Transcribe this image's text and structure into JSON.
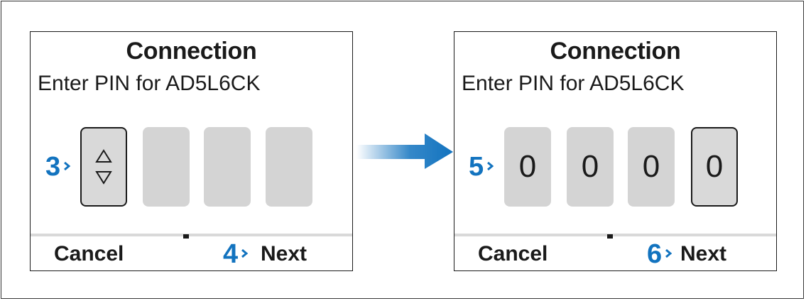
{
  "left_screen": {
    "title": "Connection",
    "subtitle": "Enter PIN for AD5L6CK",
    "active_box_icon": "up-down-arrows-icon",
    "cancel_label": "Cancel",
    "next_label": "Next",
    "callout_pin": "3",
    "callout_next": "4"
  },
  "right_screen": {
    "title": "Connection",
    "subtitle": "Enter PIN for AD5L6CK",
    "digits": [
      "0",
      "0",
      "0",
      "0"
    ],
    "cancel_label": "Cancel",
    "next_label": "Next",
    "callout_pin": "5",
    "callout_next": "6"
  },
  "colors": {
    "callout": "#1273bf",
    "pin_box": "#d4d4d4",
    "divider": "#d9d9d9"
  },
  "transition_icon": "right-arrow-icon"
}
